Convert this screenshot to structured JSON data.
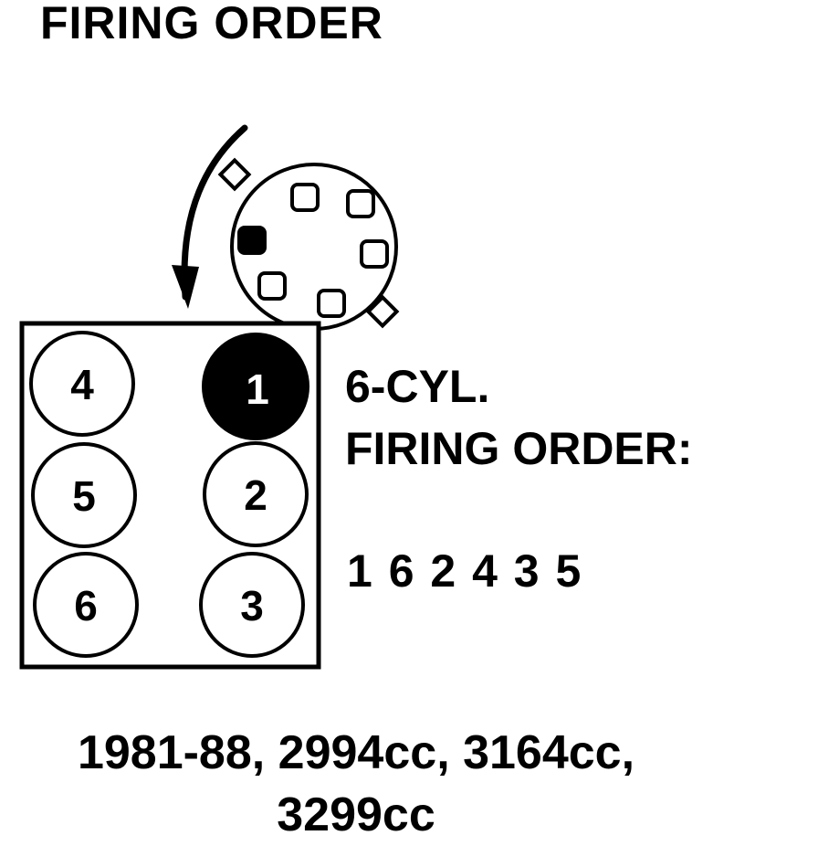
{
  "title": "FIRING ORDER",
  "info": {
    "line1": "6-CYL.",
    "line2": "FIRING ORDER:",
    "sequence": "1 6 2 4 3 5"
  },
  "caption": {
    "line1": "1981-88, 2994cc, 3164cc,",
    "line2": "3299cc"
  },
  "cylinders": [
    {
      "label": "4",
      "active": false
    },
    {
      "label": "1",
      "active": true
    },
    {
      "label": "5",
      "active": false
    },
    {
      "label": "2",
      "active": false
    },
    {
      "label": "6",
      "active": false
    },
    {
      "label": "3",
      "active": false
    }
  ],
  "distributor": {
    "rotation": "counterclockwise",
    "terminal_count": 6,
    "active_terminal": 1
  },
  "colors": {
    "ink": "#000000",
    "paper": "#ffffff"
  }
}
